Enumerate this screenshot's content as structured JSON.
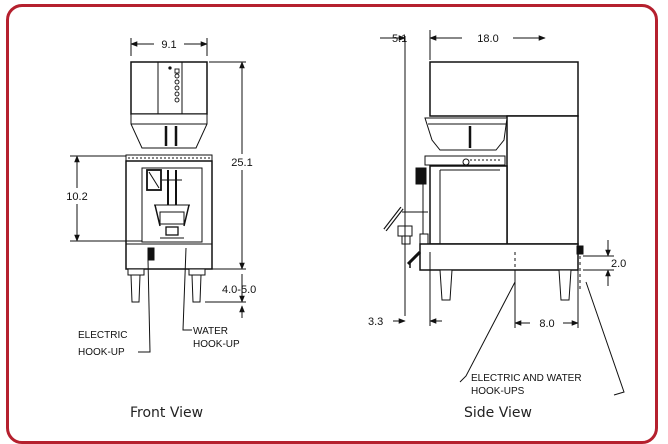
{
  "colors": {
    "frame": "#b5202e",
    "ink": "#111111"
  },
  "front_view": {
    "caption": "Front View",
    "dims": {
      "width": "9.1",
      "height": "25.1",
      "spout": "10.2",
      "legs": "4.0-5.0"
    },
    "labels": {
      "electric_1": "ELECTRIC",
      "electric_2": "HOOK-UP",
      "water_1": "WATER",
      "water_2": "HOOK-UP"
    }
  },
  "side_view": {
    "caption": "Side View",
    "dims": {
      "offset": "5.1",
      "depth": "18.0",
      "front_offset": "3.3",
      "hookup_depth": "8.0",
      "hookup_height": "2.0"
    },
    "labels": {
      "hookups_1": "ELECTRIC AND WATER",
      "hookups_2": "HOOK-UPS"
    }
  }
}
